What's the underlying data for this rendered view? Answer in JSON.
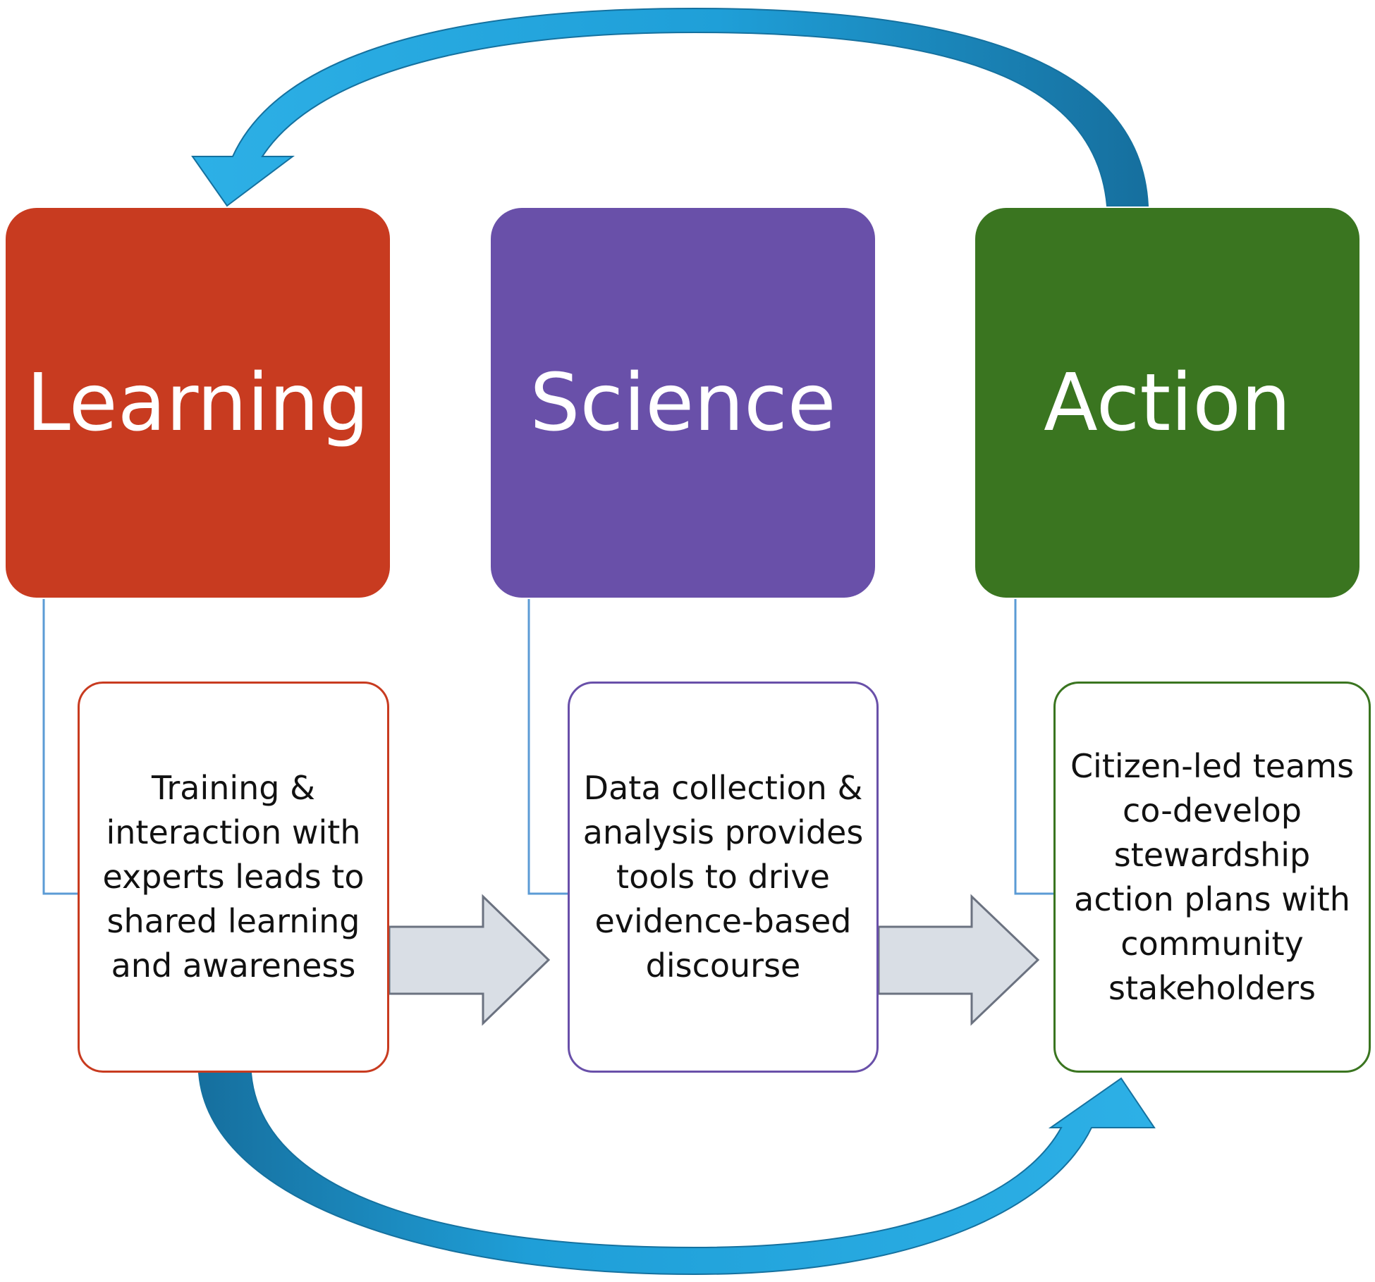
{
  "stages": [
    {
      "title": "Learning",
      "color": "#c83b20",
      "detail_lines": [
        "Training &",
        "interaction with",
        "experts leads to",
        "shared learning",
        "and awareness"
      ]
    },
    {
      "title": "Science",
      "color": "#6950a9",
      "detail_lines": [
        "Data collection &",
        "analysis provides",
        "tools to drive",
        "evidence-based",
        "discourse"
      ]
    },
    {
      "title": "Action",
      "color": "#3a7520",
      "detail_lines": [
        "Citizen-led teams",
        "co-develop",
        "stewardship",
        "action plans with",
        "community",
        "stakeholders"
      ]
    }
  ],
  "colors": {
    "cycle_arrow": "#1ea6dc",
    "cycle_arrow_dark": "#1570a3",
    "flow_arrow_fill": "#d9dee5",
    "flow_arrow_stroke": "#6b7280",
    "connector_line": "#5b9bd5"
  },
  "connections": [
    {
      "from": "Learning",
      "to": "Science",
      "style": "flow-arrow"
    },
    {
      "from": "Science",
      "to": "Action",
      "style": "flow-arrow"
    },
    {
      "from": "Learning",
      "to": "Action",
      "style": "cycle-arrow-bottom"
    },
    {
      "from": "Action",
      "to": "Learning",
      "style": "cycle-arrow-top"
    }
  ]
}
